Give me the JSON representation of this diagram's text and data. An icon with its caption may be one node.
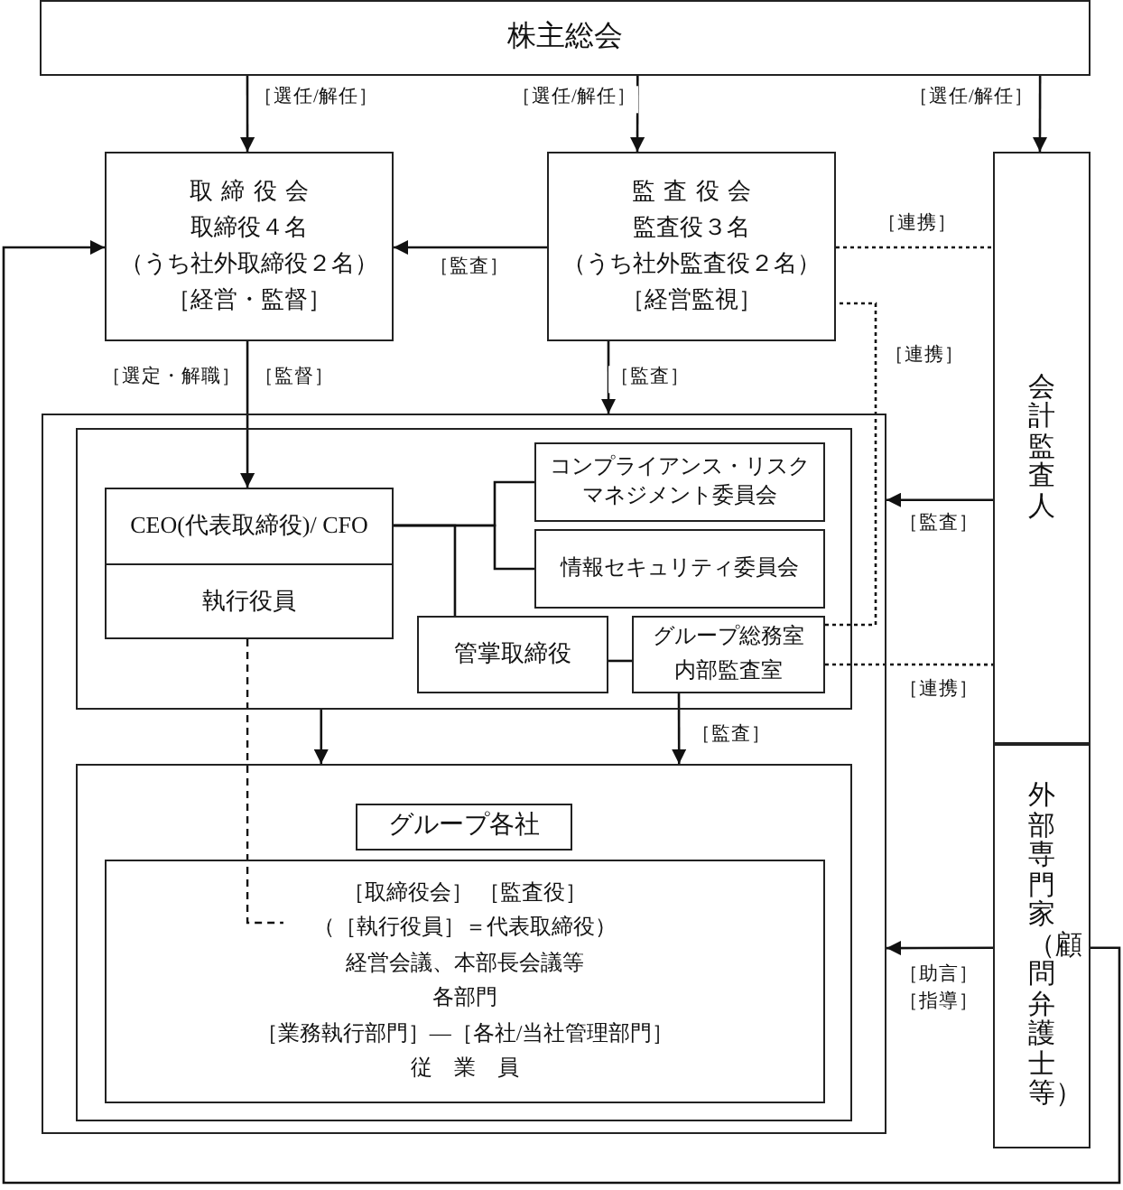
{
  "diagram": {
    "nodes": [
      {
        "text": [
          "株主総会"
        ]
      },
      {
        "text": [
          "取締役会",
          "取締役４名",
          "（うち社外取締役２名）",
          "［経営・監督］"
        ]
      },
      {
        "text": [
          "監査役会",
          "監査役３名",
          "（うち社外監査役２名）",
          "［経営監視］"
        ]
      },
      {
        "text": [
          "会計監査人"
        ]
      },
      {
        "text": [],
        "shape": "box"
      },
      {
        "text": [],
        "shape": "box",
        "in": 4
      },
      {
        "text": [
          "CEO(代表取締役)/ CFO"
        ],
        "in": 5
      },
      {
        "text": [
          "執行役員"
        ],
        "in": 5
      },
      {
        "text": [
          "コンプライアンス・リスクマネジメント委員会"
        ],
        "in": 5
      },
      {
        "text": [
          "情報セキュリティ委員会"
        ],
        "in": 5
      },
      {
        "text": [
          "管掌取締役"
        ],
        "in": 5
      },
      {
        "text": [
          "グループ総務室",
          "内部監査室"
        ],
        "in": 5
      },
      {
        "text": [],
        "shape": "box",
        "in": 4
      },
      {
        "text": [
          "グループ各社"
        ],
        "in": 12
      },
      {
        "text": [
          "［取締役会］ ［監査役］",
          "（［執行役員］＝代表取締役）",
          "経営会議、本部長会議等",
          "各部門",
          "［業務執行部門］―［各社/当社管理部門］",
          "従　業　員"
        ],
        "in": 12
      },
      {
        "text": [
          "外部専門家（顧問弁護士等）"
        ]
      }
    ],
    "edges": [
      {
        "from": 0,
        "to": 1,
        "arrow": "to",
        "label": "［選任/解任］"
      },
      {
        "from": 0,
        "to": 2,
        "arrow": "to",
        "label": "［選任/解任］"
      },
      {
        "from": 0,
        "to": 3,
        "arrow": "to",
        "label": "［選任/解任］"
      },
      {
        "from": 2,
        "to": 1,
        "arrow": "to",
        "label": "［監査］"
      },
      {
        "from": 2,
        "to": 4,
        "arrow": "to",
        "label": "［監査］"
      },
      {
        "from": 1,
        "to": 6,
        "arrow": "to",
        "label": "［監督］"
      },
      {
        "from": 2,
        "to": 3,
        "arrow": "none",
        "label": "［連携］",
        "style": "dashed"
      },
      {
        "from": 11,
        "to": 2,
        "arrow": "none",
        "label": "［連携］",
        "style": "dashed"
      },
      {
        "from": 11,
        "to": 3,
        "arrow": "none",
        "label": "［連携］",
        "style": "dashed"
      },
      {
        "from": 3,
        "to": 4,
        "arrow": "to",
        "label": "［監査］"
      },
      {
        "from": 6,
        "to": 8,
        "arrow": "none"
      },
      {
        "from": 6,
        "to": 9,
        "arrow": "none"
      },
      {
        "from": 6,
        "to": 10,
        "arrow": "none"
      },
      {
        "from": 10,
        "to": 11,
        "arrow": "none"
      },
      {
        "from": 5,
        "to": 12,
        "arrow": "to"
      },
      {
        "from": 11,
        "to": 12,
        "arrow": "to",
        "label": "［監査］"
      },
      {
        "from": 7,
        "to": 14,
        "arrow": "none",
        "style": "dashed"
      },
      {
        "from": 15,
        "to": 4,
        "arrow": "to",
        "label": "［助言］［指導］"
      },
      {
        "from": 15,
        "to": 1,
        "arrow": "to"
      }
    ],
    "labels": [
      "［選定・解職］"
    ]
  }
}
